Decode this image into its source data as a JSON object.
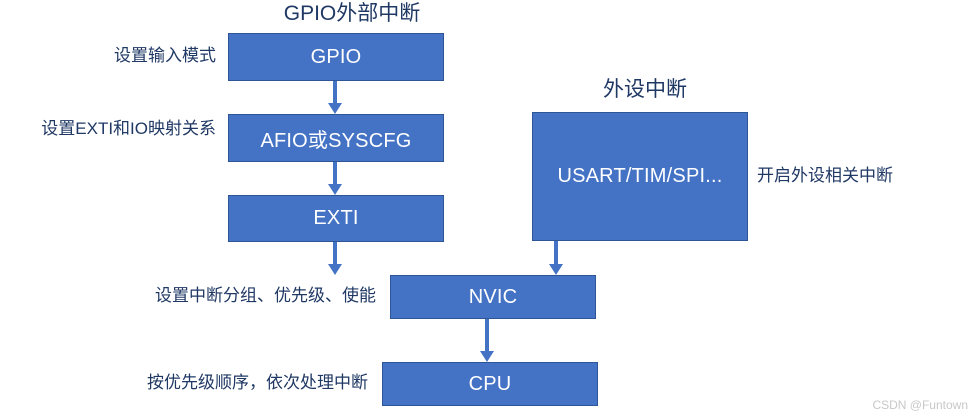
{
  "diagram": {
    "titles": [
      {
        "text": "GPIO外部中断"
      },
      {
        "text": "外设中断"
      }
    ],
    "boxes": [
      {
        "id": "gpio",
        "label": "GPIO"
      },
      {
        "id": "afio",
        "label": "AFIO或SYSCFG"
      },
      {
        "id": "exti",
        "label": "EXTI"
      },
      {
        "id": "peripheral",
        "label": "USART/TIM/SPI..."
      },
      {
        "id": "nvic",
        "label": "NVIC"
      },
      {
        "id": "cpu",
        "label": "CPU"
      }
    ],
    "annotations": [
      {
        "id": "gpio-note",
        "text": "设置输入模式"
      },
      {
        "id": "afio-note",
        "text": "设置EXTI和IO映射关系"
      },
      {
        "id": "peripheral-note",
        "text": "开启外设相关中断"
      },
      {
        "id": "nvic-note",
        "text": "设置中断分组、优先级、使能"
      },
      {
        "id": "cpu-note",
        "text": "按优先级顺序，依次处理中断"
      }
    ],
    "colors": {
      "box_fill": "#4472C4",
      "box_border": "#2E5596",
      "box_text": "#FFFFFF",
      "annotation_text": "#1F3864",
      "title_text": "#1F3864",
      "arrow": "#4472C4",
      "background": "#FFFFFF",
      "watermark": "#C8C8C8"
    }
  },
  "watermark": {
    "text": "CSDN @Funtown"
  }
}
